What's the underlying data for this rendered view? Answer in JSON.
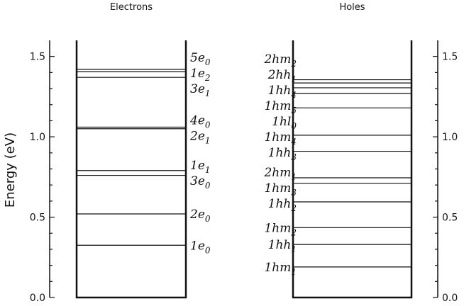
{
  "chart_data": {
    "type": "diagram",
    "xlabel": "",
    "ylabel": "Energy (eV)",
    "ylim": [
      0,
      1.6
    ],
    "yticks": [
      "0.0",
      "0.5",
      "1.0",
      "1.5"
    ],
    "panels": [
      {
        "title": "Electrons",
        "levels": [
          {
            "e": 0.325,
            "name": "1",
            "letter": "e",
            "sub": "0"
          },
          {
            "e": 0.52,
            "name": "2",
            "letter": "e",
            "sub": "0"
          },
          {
            "e": 0.76,
            "name": "3",
            "letter": "e",
            "sub": "0"
          },
          {
            "e": 0.79,
            "name": "1",
            "letter": "e",
            "sub": "1"
          },
          {
            "e": 1.05,
            "name": "2",
            "letter": "e",
            "sub": "1"
          },
          {
            "e": 1.06,
            "name": "4",
            "letter": "e",
            "sub": "0"
          },
          {
            "e": 1.37,
            "name": "3",
            "letter": "e",
            "sub": "1"
          },
          {
            "e": 1.405,
            "name": "1",
            "letter": "e",
            "sub": "2"
          },
          {
            "e": 1.42,
            "name": "5",
            "letter": "e",
            "sub": "0"
          }
        ]
      },
      {
        "title": "Holes",
        "levels": [
          {
            "e": 0.19,
            "name": "1",
            "letter": "hm",
            "sub": "1"
          },
          {
            "e": 0.33,
            "name": "1",
            "letter": "hh",
            "sub": "1"
          },
          {
            "e": 0.435,
            "name": "1",
            "letter": "hm",
            "sub": "2"
          },
          {
            "e": 0.595,
            "name": "1",
            "letter": "hh",
            "sub": "2"
          },
          {
            "e": 0.71,
            "name": "1",
            "letter": "hm",
            "sub": "3"
          },
          {
            "e": 0.745,
            "name": "2",
            "letter": "hm",
            "sub": "1"
          },
          {
            "e": 0.91,
            "name": "1",
            "letter": "hh",
            "sub": "3"
          },
          {
            "e": 1.01,
            "name": "1",
            "letter": "hm",
            "sub": "4"
          },
          {
            "e": 1.18,
            "name": "1",
            "letter": "hl",
            "sub": "0"
          },
          {
            "e": 1.27,
            "name": "1",
            "letter": "hm",
            "sub": "5"
          },
          {
            "e": 1.305,
            "name": "1",
            "letter": "hh",
            "sub": "4"
          },
          {
            "e": 1.335,
            "name": "2",
            "letter": "hh",
            "sub": "1"
          },
          {
            "e": 1.355,
            "name": "2",
            "letter": "hm",
            "sub": "2"
          }
        ]
      }
    ]
  }
}
